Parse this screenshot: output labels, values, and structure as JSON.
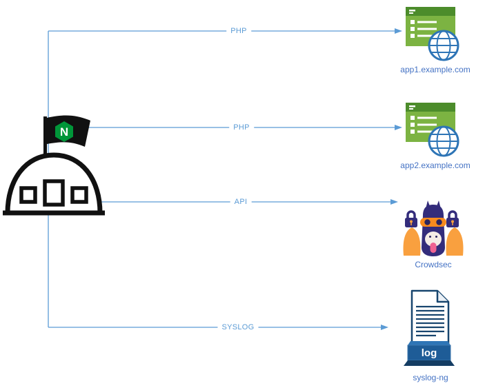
{
  "diagram": {
    "source_node": {
      "name": "nginx-server"
    },
    "connections": [
      {
        "label": "PHP",
        "target": "app1.example.com"
      },
      {
        "label": "PHP",
        "target": "app2.example.com"
      },
      {
        "label": "API",
        "target": "Crowdsec"
      },
      {
        "label": "SYSLOG",
        "target": "syslog-ng"
      }
    ],
    "nodes": [
      {
        "label": "app1.example.com",
        "icon": "web-app-icon"
      },
      {
        "label": "app2.example.com",
        "icon": "web-app-icon"
      },
      {
        "label": "Crowdsec",
        "icon": "crowdsec-llama-icon"
      },
      {
        "label": "syslog-ng",
        "icon": "log-document-icon"
      }
    ],
    "nginx_logo_letter": "N",
    "log_box_text": "log"
  },
  "colors": {
    "connector_blue": "#5B9BD5",
    "node_label_blue": "#4472C4",
    "nginx_green": "#009639",
    "webapp_green": "#7CB342",
    "webapp_header_green": "#4C8C2B",
    "globe_blue": "#2E75B6",
    "crowdsec_purple": "#332C7B",
    "crowdsec_orange": "#F9A03F",
    "sunglasses_orange": "#F78A1E",
    "tongue_pink": "#F06292",
    "log_box_blue": "#1E5C97",
    "doc_outline_blue": "#17456E"
  }
}
